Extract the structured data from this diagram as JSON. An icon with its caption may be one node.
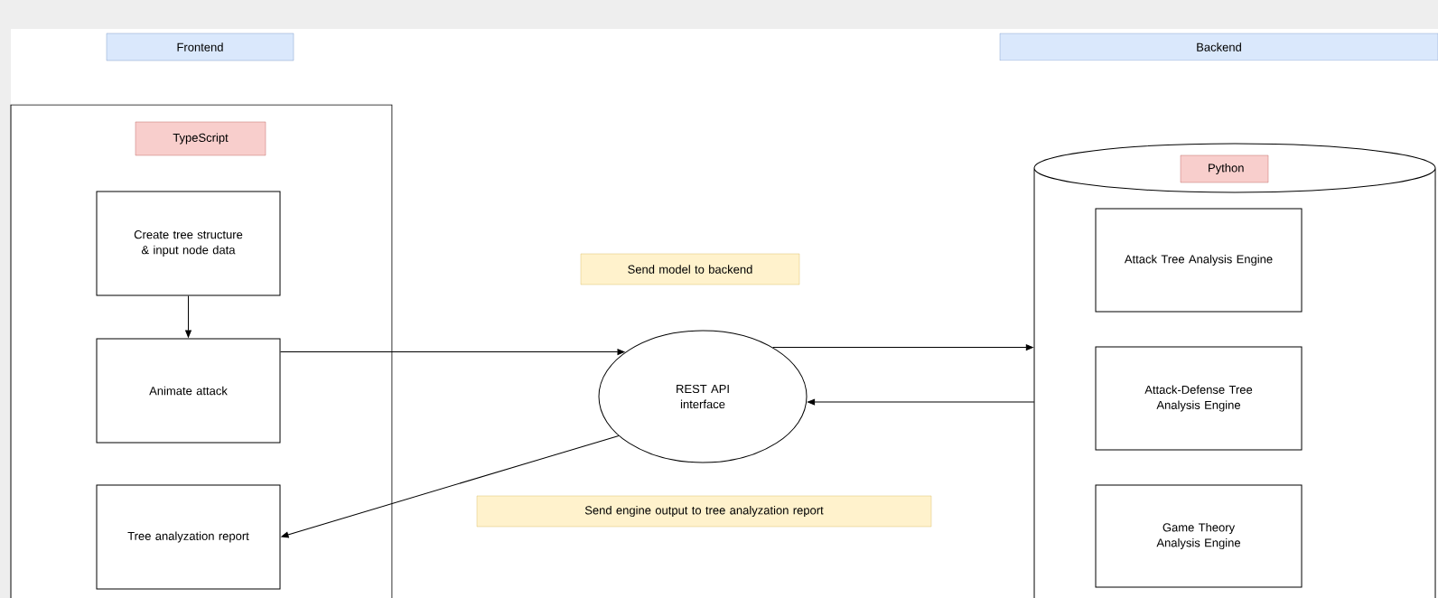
{
  "diagram": {
    "nodes": [
      {
        "text": [
          "Frontend"
        ]
      },
      {
        "text": [],
        "shape": "box"
      },
      {
        "text": [
          "TypeScript"
        ],
        "in": 1
      },
      {
        "text": [
          "Create tree structure & input node data"
        ],
        "in": 1
      },
      {
        "text": [
          "Animate attack"
        ],
        "in": 1
      },
      {
        "text": [
          "Tree analyzation report"
        ],
        "in": 1
      },
      {
        "text": [
          "Send model to backend"
        ]
      },
      {
        "text": [
          "REST API interface"
        ]
      },
      {
        "text": [
          "Send engine output to tree analyzation report"
        ]
      },
      {
        "text": [
          "Backend"
        ]
      },
      {
        "text": [],
        "shape": "cylinder"
      },
      {
        "text": [
          "Python"
        ],
        "in": 10
      },
      {
        "text": [
          "Attack Tree Analysis Engine"
        ],
        "in": 10
      },
      {
        "text": [
          "Attack-Defense Tree Analysis Engine"
        ],
        "in": 10
      },
      {
        "text": [
          "Game Theory Analysis Engine"
        ],
        "in": 10
      }
    ],
    "edges": [
      {
        "from": 3,
        "to": 4,
        "arrow": "to"
      },
      {
        "from": 4,
        "to": 7,
        "arrow": "to"
      },
      {
        "from": 7,
        "to": 10,
        "arrow": "to"
      },
      {
        "from": 10,
        "to": 7,
        "arrow": "to"
      },
      {
        "from": 7,
        "to": 5,
        "arrow": "to"
      }
    ]
  }
}
